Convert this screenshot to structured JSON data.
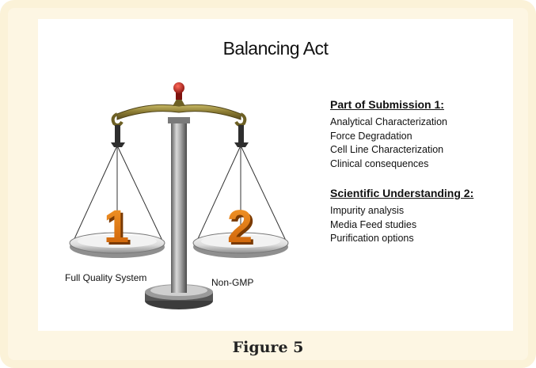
{
  "diagram": {
    "title": "Balancing Act",
    "left_pan": {
      "number": "1",
      "label": "Full Quality System"
    },
    "right_pan": {
      "number": "2",
      "label": "Non-GMP"
    },
    "section1": {
      "heading": "Part of Submission 1:",
      "items": [
        "Analytical Characterization",
        "Force Degradation",
        "Cell Line Characterization",
        "Clinical consequences"
      ]
    },
    "section2": {
      "heading": "Scientific Understanding 2:",
      "items": [
        "Impurity analysis",
        "Media Feed studies",
        "Purification options"
      ]
    }
  },
  "caption": "Figure 5",
  "colors": {
    "number_orange": "#e8770e",
    "beam_olive": "#8a7a32",
    "knob_red": "#b8231e",
    "pole_grey": "#8c8c8c",
    "frame_bg": "#fdf6e3"
  }
}
